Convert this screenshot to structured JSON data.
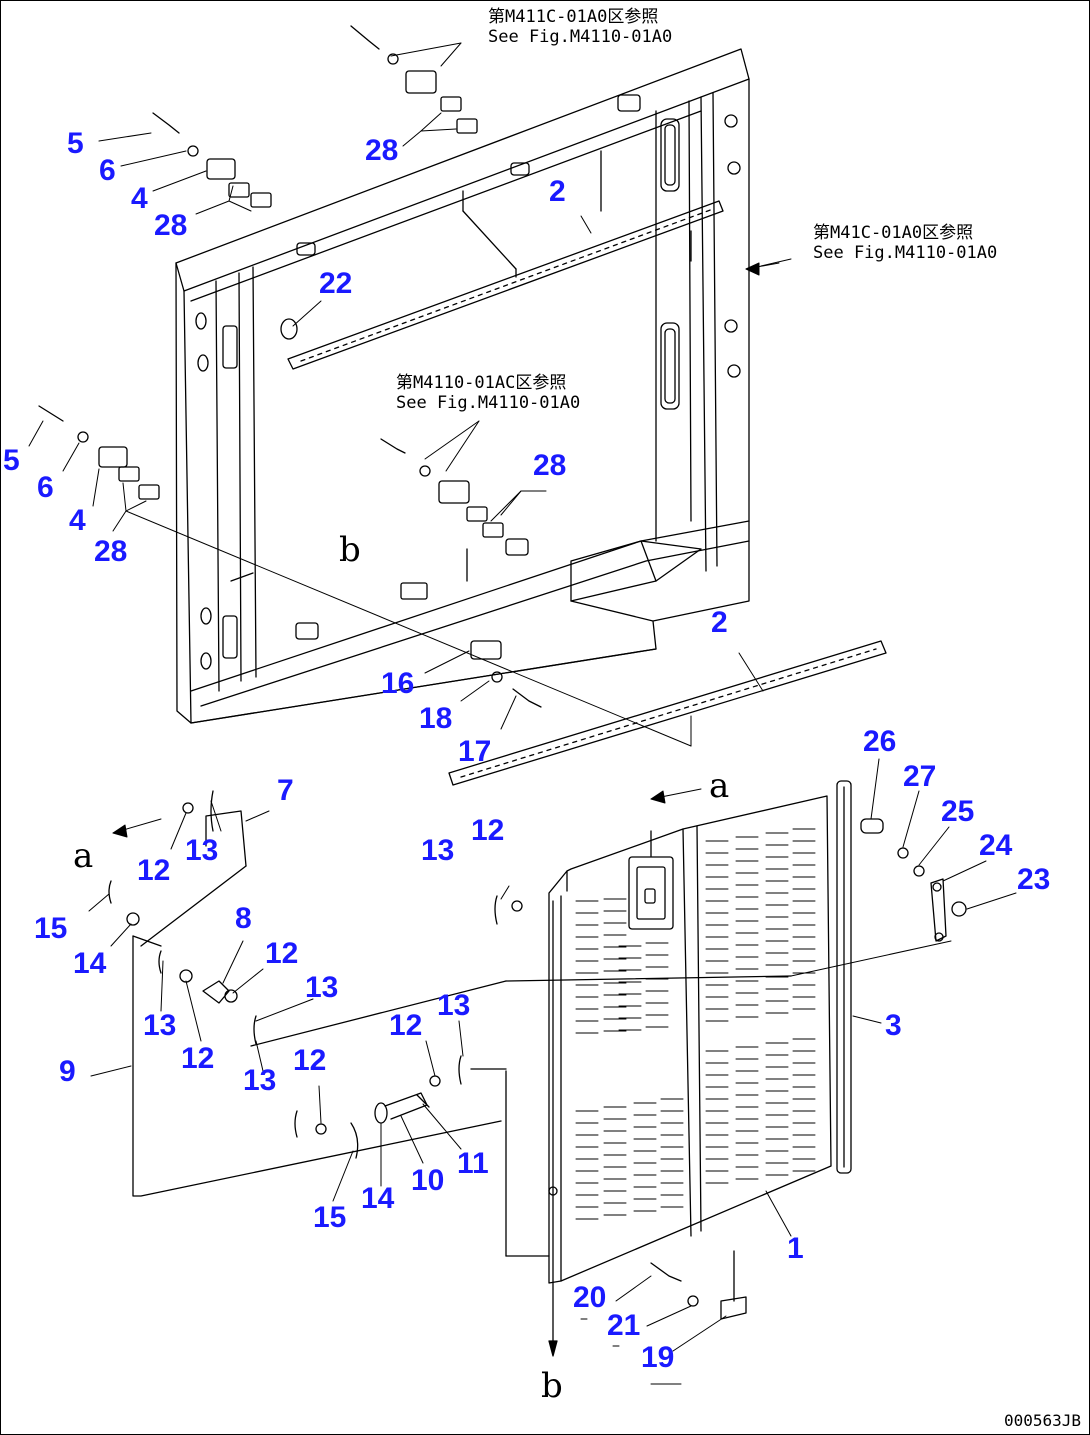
{
  "colors": {
    "callout": "#1a1aff",
    "line": "#000000",
    "background": "#ffffff"
  },
  "references": [
    {
      "id": "ref-top",
      "jp": "第M411C-01A0区参照",
      "en": "See Fig.M4110-01A0"
    },
    {
      "id": "ref-right",
      "jp": "第M41C-01A0区参照",
      "en": "See Fig.M4110-01A0"
    },
    {
      "id": "ref-middle",
      "jp": "第M4110-01AC区参照",
      "en": "See Fig.M4110-01A0"
    }
  ],
  "symbols": [
    {
      "id": "sym-b-frame",
      "text": "b"
    },
    {
      "id": "sym-b-bottom",
      "text": "b"
    },
    {
      "id": "sym-a-door",
      "text": "a"
    },
    {
      "id": "sym-a-left",
      "text": "a"
    }
  ],
  "callouts": [
    "5",
    "6",
    "4",
    "28",
    "28",
    "2",
    "22",
    "5",
    "6",
    "4",
    "28",
    "28",
    "2",
    "16",
    "18",
    "17",
    "7",
    "12",
    "13",
    "13",
    "12",
    "15",
    "14",
    "8",
    "12",
    "13",
    "13",
    "12",
    "9",
    "12",
    "13",
    "12",
    "13",
    "15",
    "14",
    "10",
    "11",
    "26",
    "27",
    "25",
    "24",
    "23",
    "3",
    "1",
    "20",
    "21",
    "19"
  ],
  "drawing_code": "000563JB"
}
